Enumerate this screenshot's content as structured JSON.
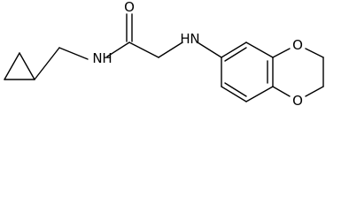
{
  "structure": {
    "atoms": {
      "carbonyl_oxygen": "O",
      "amide_nitrogen": "N",
      "amide_hydrogen": "H",
      "amine_nitrogen": "N",
      "amine_hydrogen": "H",
      "ring_oxygen_upper": "O",
      "ring_oxygen_lower": "O"
    }
  }
}
